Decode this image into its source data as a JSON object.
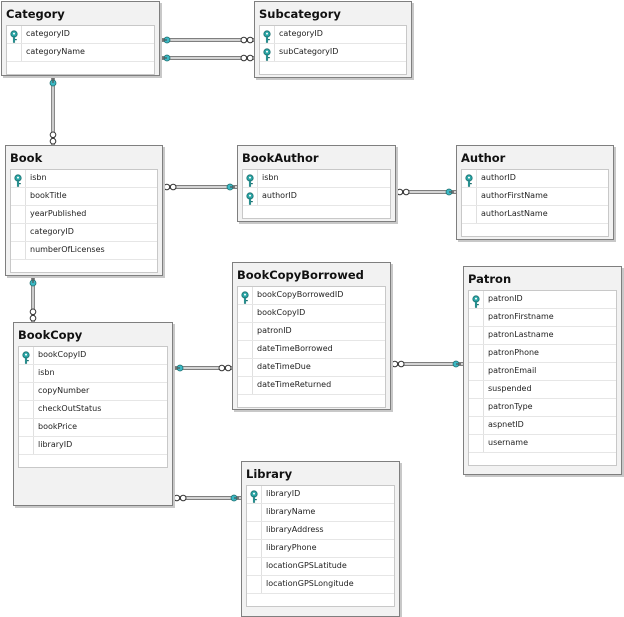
{
  "tables": [
    {
      "id": "category",
      "name": "Category",
      "columns": [
        {
          "name": "categoryID",
          "key": true
        },
        {
          "name": "categoryName",
          "key": false
        }
      ]
    },
    {
      "id": "subcategory",
      "name": "Subcategory",
      "columns": [
        {
          "name": "categoryID",
          "key": true
        },
        {
          "name": "subCategoryID",
          "key": true
        }
      ]
    },
    {
      "id": "book",
      "name": "Book",
      "columns": [
        {
          "name": "isbn",
          "key": true
        },
        {
          "name": "bookTitle",
          "key": false
        },
        {
          "name": "yearPublished",
          "key": false
        },
        {
          "name": "categoryID",
          "key": false
        },
        {
          "name": "numberOfLicenses",
          "key": false
        }
      ]
    },
    {
      "id": "bookauthor",
      "name": "BookAuthor",
      "columns": [
        {
          "name": "isbn",
          "key": true
        },
        {
          "name": "authorID",
          "key": true
        }
      ]
    },
    {
      "id": "author",
      "name": "Author",
      "columns": [
        {
          "name": "authorID",
          "key": true
        },
        {
          "name": "authorFirstName",
          "key": false
        },
        {
          "name": "authorLastName",
          "key": false
        }
      ]
    },
    {
      "id": "bookcopyborrowed",
      "name": "BookCopyBorrowed",
      "columns": [
        {
          "name": "bookCopyBorrowedID",
          "key": true
        },
        {
          "name": "bookCopyID",
          "key": false
        },
        {
          "name": "patronID",
          "key": false
        },
        {
          "name": "dateTimeBorrowed",
          "key": false
        },
        {
          "name": "dateTimeDue",
          "key": false
        },
        {
          "name": "dateTimeReturned",
          "key": false
        }
      ]
    },
    {
      "id": "patron",
      "name": "Patron",
      "columns": [
        {
          "name": "patronID",
          "key": true
        },
        {
          "name": "patronFirstname",
          "key": false
        },
        {
          "name": "patronLastname",
          "key": false
        },
        {
          "name": "patronPhone",
          "key": false
        },
        {
          "name": "patronEmail",
          "key": false
        },
        {
          "name": "suspended",
          "key": false
        },
        {
          "name": "patronType",
          "key": false
        },
        {
          "name": "aspnetID",
          "key": false
        },
        {
          "name": "username",
          "key": false
        }
      ]
    },
    {
      "id": "bookcopy",
      "name": "BookCopy",
      "columns": [
        {
          "name": "bookCopyID",
          "key": true
        },
        {
          "name": "isbn",
          "key": false
        },
        {
          "name": "copyNumber",
          "key": false
        },
        {
          "name": "checkOutStatus",
          "key": false
        },
        {
          "name": "bookPrice",
          "key": false
        },
        {
          "name": "libraryID",
          "key": false
        }
      ]
    },
    {
      "id": "library",
      "name": "Library",
      "columns": [
        {
          "name": "libraryID",
          "key": true
        },
        {
          "name": "libraryName",
          "key": false
        },
        {
          "name": "libraryAddress",
          "key": false
        },
        {
          "name": "libraryPhone",
          "key": false
        },
        {
          "name": "locationGPSLatitude",
          "key": false
        },
        {
          "name": "locationGPSLongitude",
          "key": false
        }
      ]
    }
  ],
  "relationships": [
    {
      "id": "category-subcategory-1",
      "from": "category",
      "to": "subcategory"
    },
    {
      "id": "category-subcategory-2",
      "from": "category",
      "to": "subcategory"
    },
    {
      "id": "category-book",
      "from": "category",
      "to": "book"
    },
    {
      "id": "book-bookauthor",
      "from": "book",
      "to": "bookauthor"
    },
    {
      "id": "author-bookauthor",
      "from": "author",
      "to": "bookauthor"
    },
    {
      "id": "book-bookcopy",
      "from": "book",
      "to": "bookcopy"
    },
    {
      "id": "bookcopy-bookcopyborrowed",
      "from": "bookcopy",
      "to": "bookcopyborrowed"
    },
    {
      "id": "patron-bookcopyborrowed",
      "from": "patron",
      "to": "bookcopyborrowed"
    },
    {
      "id": "library-bookcopy",
      "from": "library",
      "to": "bookcopy"
    }
  ],
  "colors": {
    "key": "#2aa6a6",
    "connector": "#555555",
    "end": "#3bb8c4"
  }
}
